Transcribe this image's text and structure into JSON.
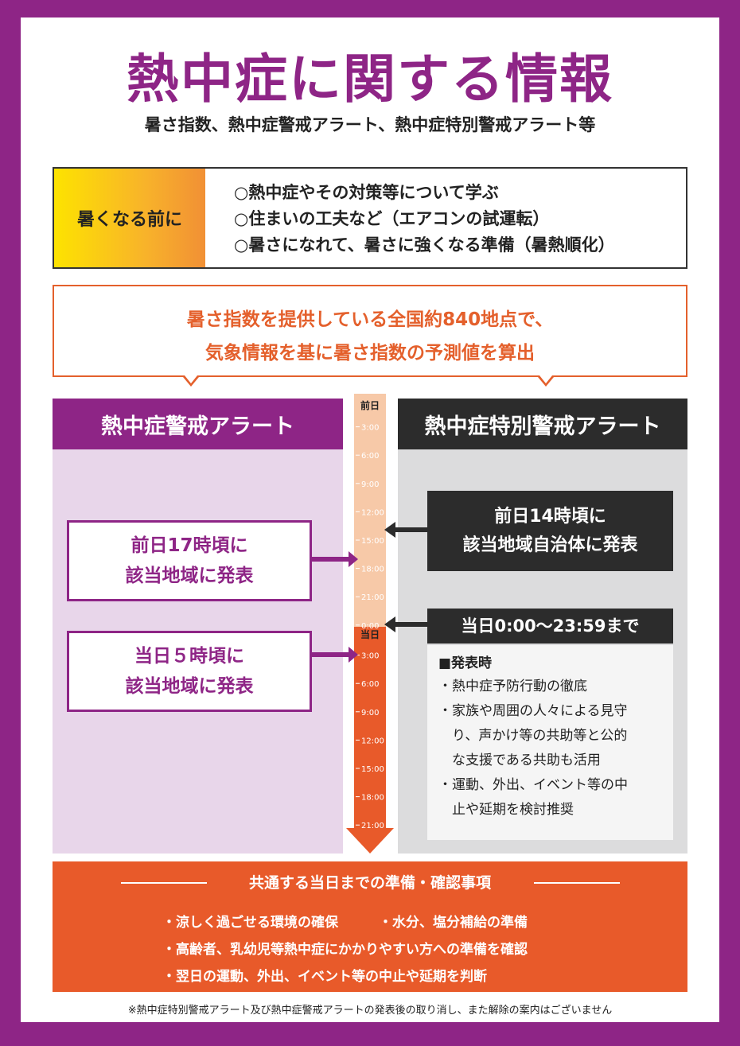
{
  "header": {
    "title": "熱中症に関する情報",
    "subtitle": "暑さ指数、熱中症警戒アラート、熱中症特別警戒アラート等"
  },
  "before_heat": {
    "label": "暑くなる前に",
    "items": [
      "○熱中症やその対策等について学ぶ",
      "○住まいの工夫など（エアコンの試運転）",
      "○暑さになれて、暑さに強くなる準備（暑熱順化）"
    ]
  },
  "wbgt_info": {
    "lines": [
      "暑さ指数を提供している全国約840地点で、",
      "気象情報を基に暑さ指数の予測値を算出"
    ]
  },
  "alert": {
    "title": "熱中症警戒アラート",
    "box1": [
      "前日17時頃に",
      "該当地域に発表"
    ],
    "box2": [
      "当日５時頃に",
      "該当地域に発表"
    ]
  },
  "special_alert": {
    "title": "熱中症特別警戒アラート",
    "box1": [
      "前日14時頃に",
      "該当地域自治体に発表"
    ],
    "period": "当日0:00～23:59まで",
    "notice_heading": "■発表時",
    "notice_items": [
      "・熱中症予防行動の徹底",
      "・家族や周囲の人々による見守",
      "　り、声かけ等の共助等と公的",
      "　な支援である共助も活用",
      "・運動、外出、イベント等の中",
      "　止や延期を検討推奨"
    ]
  },
  "timeline": {
    "prev_day_label": "前日",
    "today_label": "当日",
    "prev_ticks": [
      "3:00",
      "6:00",
      "9:00",
      "12:00",
      "15:00",
      "18:00",
      "21:00",
      "0:00"
    ],
    "today_ticks": [
      "3:00",
      "6:00",
      "9:00",
      "12:00",
      "15:00",
      "18:00",
      "21:00"
    ]
  },
  "common": {
    "heading": "共通する当日までの準備・確認事項",
    "items": [
      "・涼しく過ごせる環境の確保",
      "・水分、塩分補給の準備",
      "・高齢者、乳幼児等熱中症にかかりやすい方への準備を確認",
      "・翌日の運動、外出、イベント等の中止や延期を判断"
    ]
  },
  "footnote": "※熱中症特別警戒アラート及び熱中症警戒アラートの発表後の取り消し、また解除の案内はございません",
  "colors": {
    "purple": "#8e2586",
    "orange": "#e85a2a",
    "dark": "#2c2c2c",
    "lavender": "#e8d6ea",
    "gray": "#dcdcdd"
  }
}
